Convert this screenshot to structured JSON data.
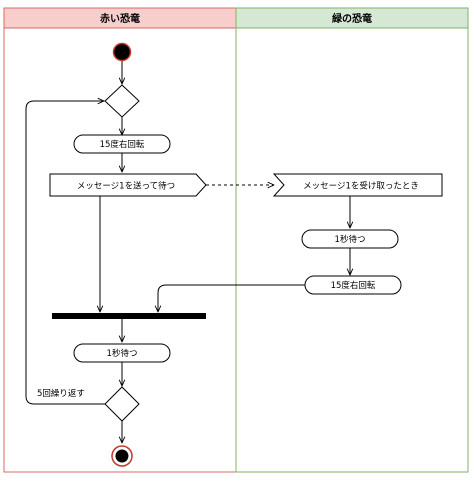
{
  "lanes": {
    "red": {
      "title": "赤い恐竜",
      "header_fill": "#f8cecc",
      "border": "#d86a66"
    },
    "green": {
      "title": "緑の恐竜",
      "header_fill": "#d5e8d4",
      "border": "#82b366"
    }
  },
  "nodes": {
    "rotate_red": "15度右回転",
    "send_msg": "メッセージ1を送って待つ",
    "receive_msg": "メッセージ1を受け取ったとき",
    "wait_green": "1秒待つ",
    "rotate_green": "15度右回転",
    "wait_red": "1秒待つ"
  },
  "guards": {
    "repeat": "5回繰り返す"
  },
  "colors": {
    "start_fill": "#000000",
    "start_ring": "#c0392b",
    "line": "#000000"
  }
}
